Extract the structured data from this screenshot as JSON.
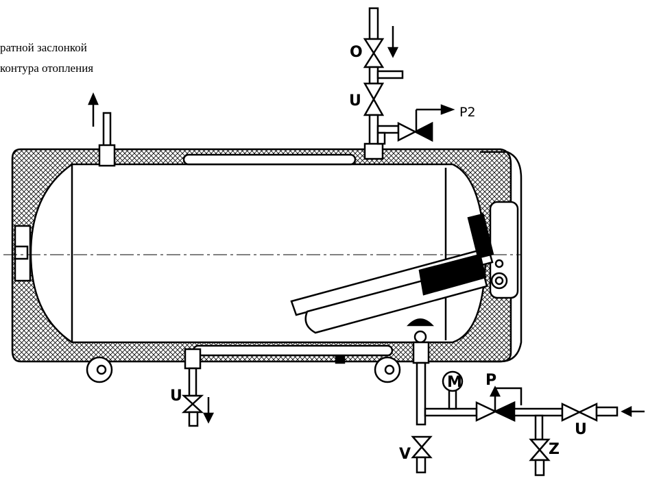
{
  "caption": {
    "line1": "ратной заслонкой",
    "line2": "контура отопления"
  },
  "labels": {
    "O": "O",
    "U_top": "U",
    "P2": "P2",
    "U_bottom": "U",
    "M": "M",
    "P": "P",
    "U_right": "U",
    "V": "V",
    "Z": "Z"
  },
  "colors": {
    "line": "#000000",
    "insulation_hatch": "#000000",
    "background": "#ffffff"
  }
}
